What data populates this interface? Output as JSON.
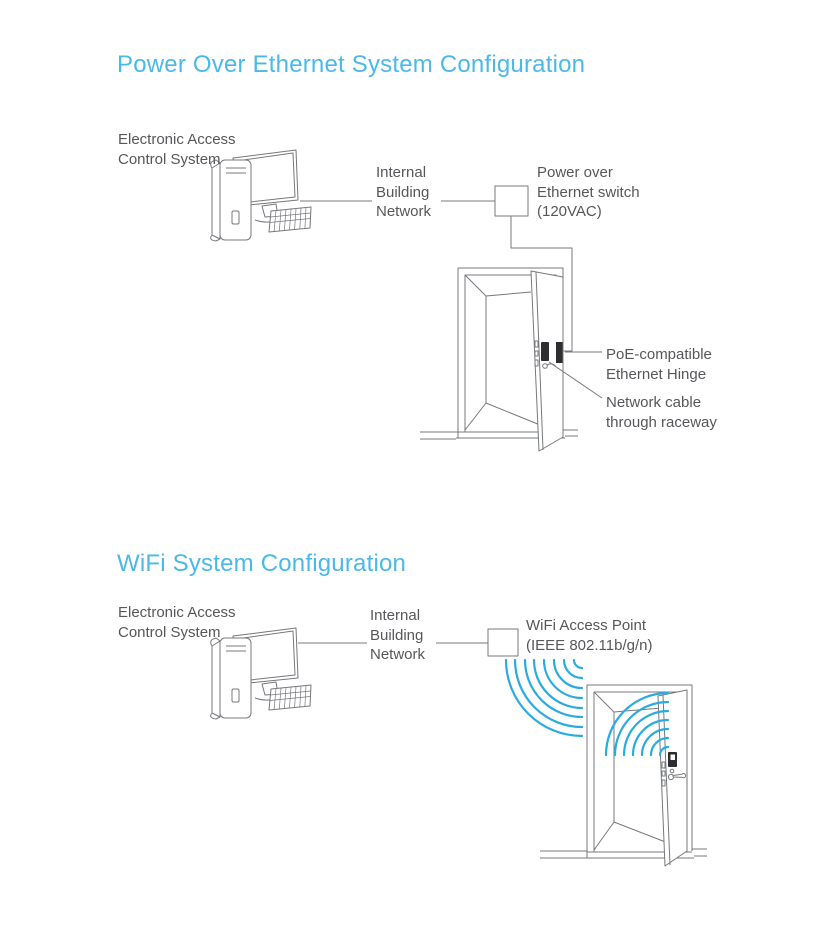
{
  "colors": {
    "title_blue": "#4ab9ea",
    "wifi_blue": "#29abe2",
    "line_gray": "#77787c",
    "text_gray": "#56575a"
  },
  "section_poe": {
    "title": "Power Over Ethernet System Configuration",
    "eacs_label": [
      "Electronic Access",
      "Control System"
    ],
    "network_label": [
      "Internal",
      "Building",
      "Network"
    ],
    "switch_label": [
      "Power over",
      "Ethernet switch",
      "(120VAC)"
    ],
    "hinge_label": [
      "PoE-compatible",
      "Ethernet Hinge"
    ],
    "cable_label": [
      "Network cable",
      "through raceway"
    ]
  },
  "section_wifi": {
    "title": "WiFi System Configuration",
    "eacs_label": [
      "Electronic Access",
      "Control System"
    ],
    "network_label": [
      "Internal",
      "Building",
      "Network"
    ],
    "ap_label": [
      "WiFi Access Point",
      "(IEEE 802.11b/g/n)"
    ]
  }
}
